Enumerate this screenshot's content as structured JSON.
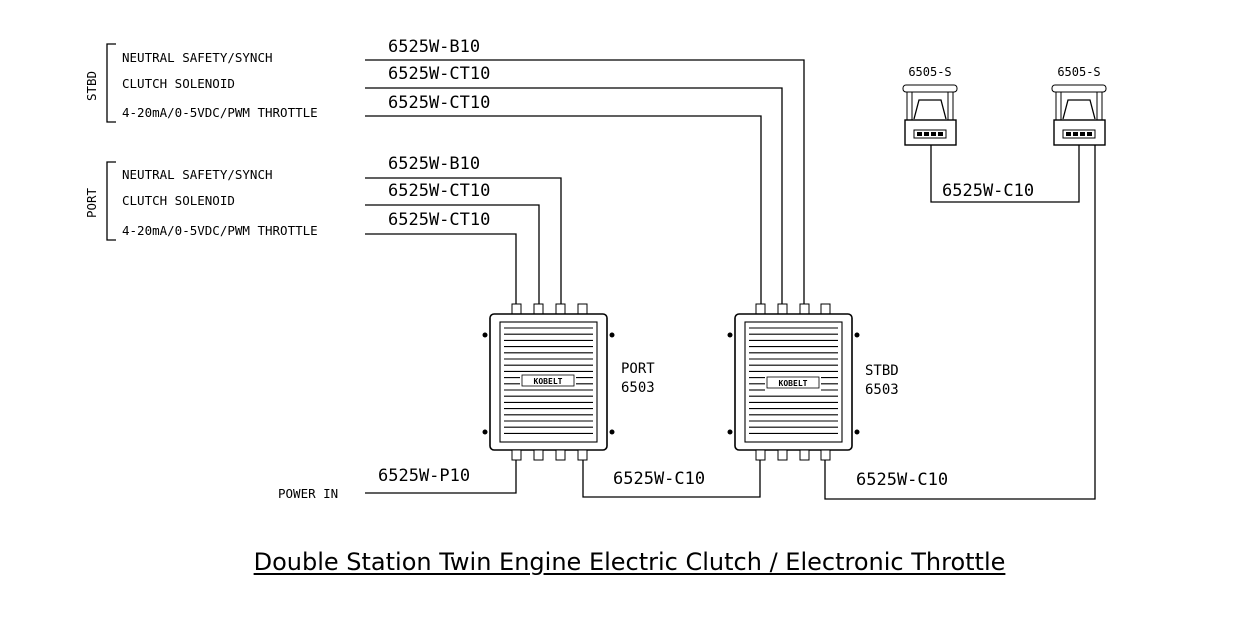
{
  "stbd_group": {
    "side_label": "STBD",
    "lines": [
      "NEUTRAL SAFETY/SYNCH",
      "CLUTCH SOLENOID",
      "4-20mA/0-5VDC/PWM THROTTLE"
    ],
    "wires": [
      "6525W-B10",
      "6525W-CT10",
      "6525W-CT10"
    ]
  },
  "port_group": {
    "side_label": "PORT",
    "lines": [
      "NEUTRAL SAFETY/SYNCH",
      "CLUTCH SOLENOID",
      "4-20mA/0-5VDC/PWM THROTTLE"
    ],
    "wires": [
      "6525W-B10",
      "6525W-CT10",
      "6525W-CT10"
    ]
  },
  "stations": [
    {
      "model": "6505-S"
    },
    {
      "model": "6505-S"
    }
  ],
  "station_link_wire": "6525W-C10",
  "port_unit": {
    "name": "PORT",
    "model": "6503",
    "brand": "KOBELT"
  },
  "stbd_unit": {
    "name": "STBD",
    "model": "6503",
    "brand": "KOBELT"
  },
  "power": {
    "label": "POWER IN",
    "wire": "6525W-P10"
  },
  "unit_link_wire": "6525W-C10",
  "stbd_to_station_wire": "6525W-C10",
  "caption": "Double Station Twin Engine Electric Clutch / Electronic Throttle"
}
